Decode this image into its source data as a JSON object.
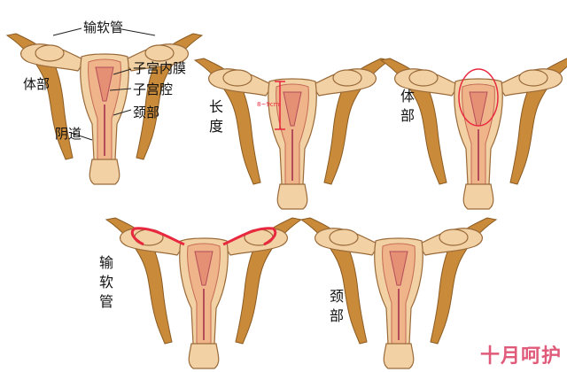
{
  "labels": {
    "fallopian_tube": "输软管",
    "endometrium": "子宫内膜",
    "uterine_cavity": "子宫腔",
    "neck": "颈部",
    "body": "体部",
    "vagina": "阴道",
    "length_word_1": "长",
    "length_word_2": "度",
    "length_measure": "8~9cm",
    "body_2_a": "体",
    "body_2_b": "部",
    "tube_a": "输",
    "tube_b": "软",
    "tube_c": "管",
    "neck_a": "颈",
    "neck_b": "部"
  },
  "watermark": "十月呵护",
  "colors": {
    "tissue": "#f2d2a4",
    "ligament": "#c98a3a",
    "uterus_outer": "#f0b48a",
    "uterus_inner": "#e58f75",
    "endometrium_line": "#b44d5a",
    "highlight": "#e8283f",
    "watermark": "#e05a7a"
  }
}
